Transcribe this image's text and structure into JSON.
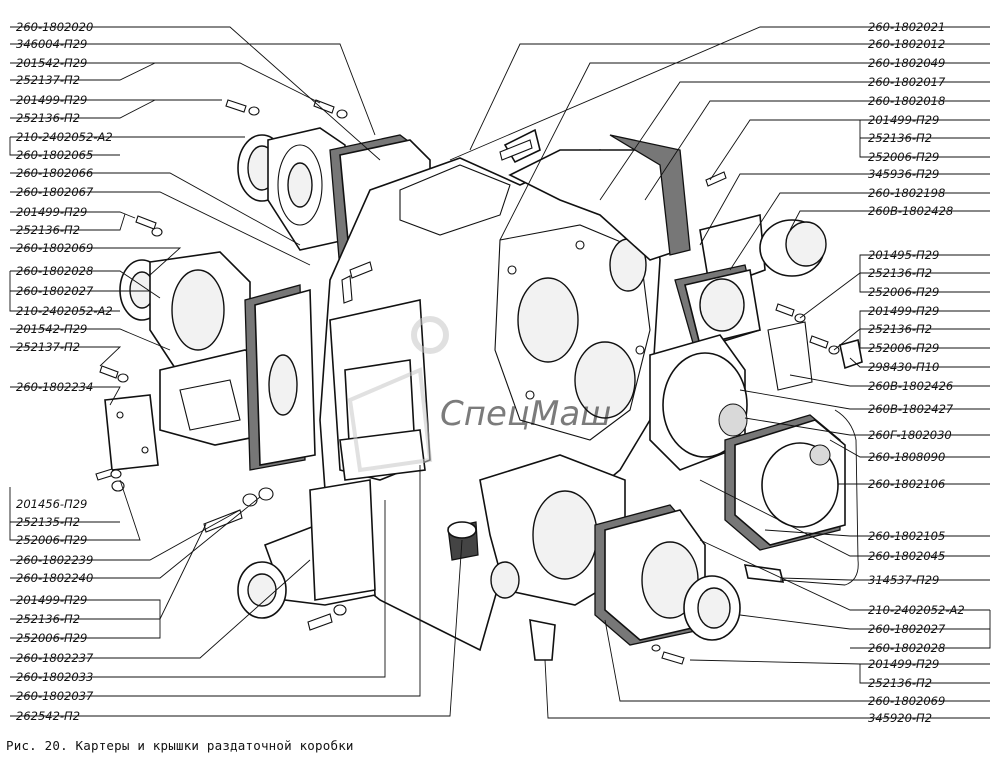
{
  "figure": {
    "caption": "Рис. 20. Картеры и крышки раздаточной коробки",
    "watermark": "СпецМаш"
  },
  "labels_left": [
    "260-1802020",
    "346004-П29",
    "201542-П29",
    "252137-П2",
    "201499-П29",
    "252136-П2",
    "210-2402052-А2",
    "260-1802065",
    "260-1802066",
    "260-1802067",
    "201499-П29",
    "252136-П2",
    "260-1802069",
    "260-1802028",
    "260-1802027",
    "210-2402052-А2",
    "201542-П29",
    "252137-П2",
    "260-1802234",
    "201456-П29",
    "252135-П2",
    "252006-П29",
    "260-1802239",
    "260-1802240",
    "201499-П29",
    "252136-П2",
    "252006-П29",
    "260-1802237",
    "260-1802033",
    "260-1802037",
    "262542-П2"
  ],
  "labels_right": [
    "260-1802021",
    "260-1802012",
    "260-1802049",
    "260-1802017",
    "260-1802018",
    "201499-П29",
    "252136-П2",
    "252006-П29",
    "345936-П29",
    "260-1802198",
    "260В-1802428",
    "201495-П29",
    "252136-П2",
    "252006-П29",
    "201499-П29",
    "252136-П2",
    "252006-П29",
    "298430-П10",
    "260В-1802426",
    "260В-1802427",
    "260Г-1802030",
    "260-1808090",
    "260-1802106",
    "260-1802105",
    "260-1802045",
    "314537-П29",
    "210-2402052-А2",
    "260-1802027",
    "260-1802028",
    "201499-П29",
    "252136-П2",
    "260-1802069",
    "345920-П2"
  ]
}
